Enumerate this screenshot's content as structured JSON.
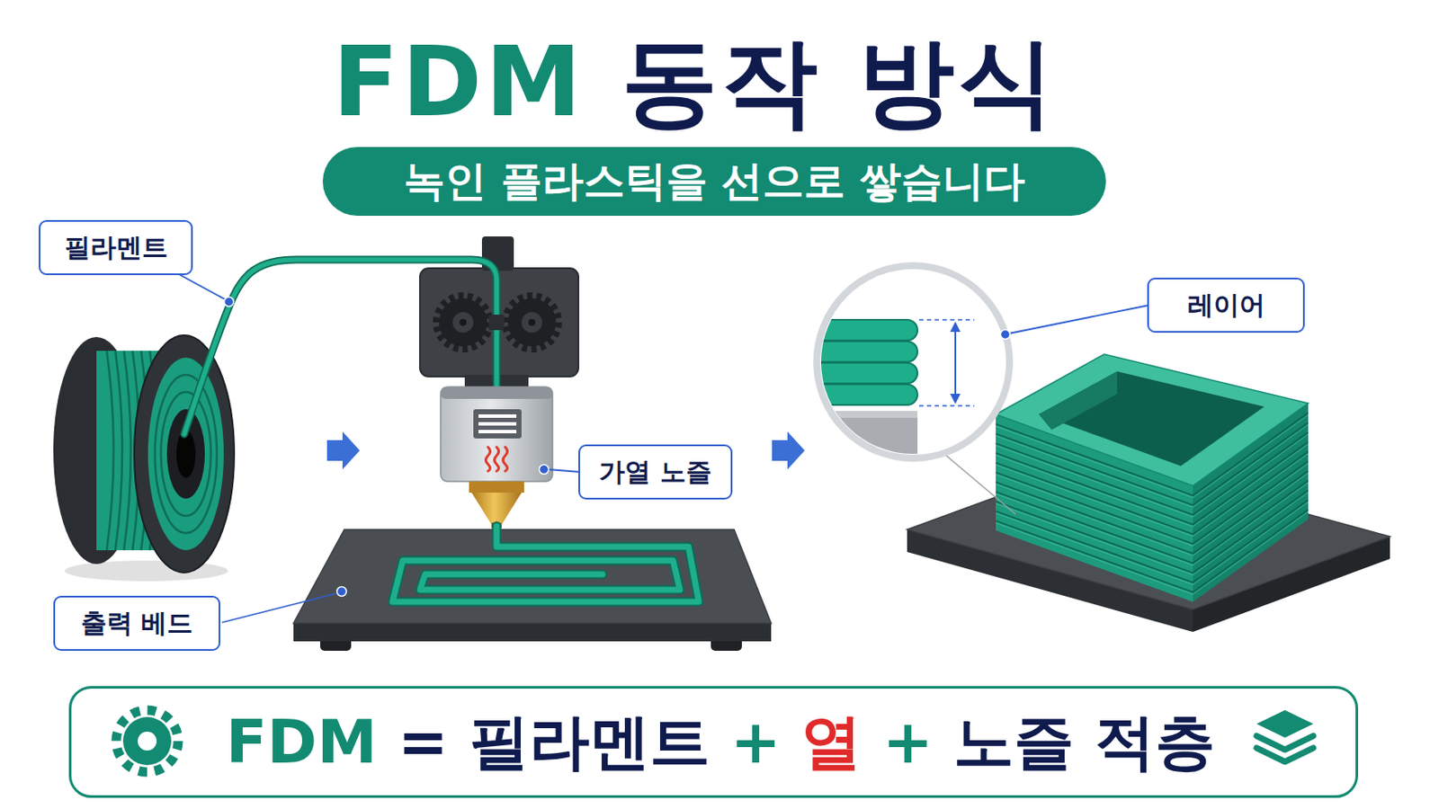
{
  "diagram": {
    "title": "FDM 동작 방식",
    "nodes": [
      {
        "text": [
          "녹인 플라스틱을 선으로 쌓습니다"
        ]
      },
      {
        "text": [
          "필라멘트"
        ]
      },
      {
        "text": [
          "레이어"
        ]
      },
      {
        "text": [
          "가열 노즐"
        ]
      },
      {
        "text": [
          "출력 베드"
        ]
      },
      {
        "text": [
          "FDM",
          "=",
          "필라멘트",
          "+",
          "열",
          "+",
          "노즐 적층"
        ]
      }
    ]
  }
}
